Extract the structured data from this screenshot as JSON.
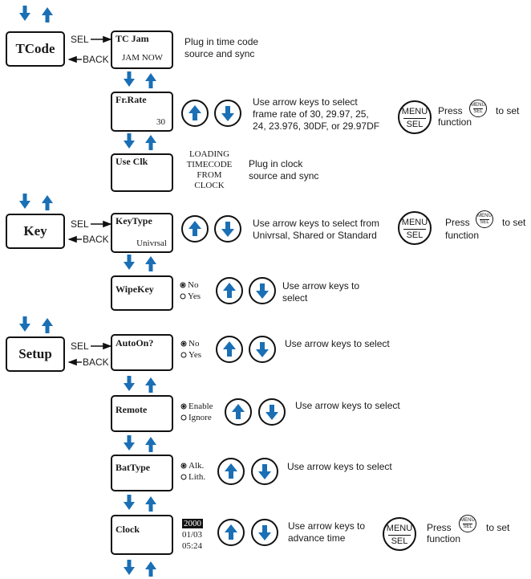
{
  "colors": {
    "arrow_blue": "#1a6fb5",
    "line": "#111111"
  },
  "menus": {
    "tcode": "TCode",
    "key": "Key",
    "setup": "Setup"
  },
  "nav": {
    "sel": "SEL",
    "back": "BACK"
  },
  "tc_jam": {
    "title": "TC Jam",
    "value": "JAM NOW",
    "desc_line1": "Plug in time code",
    "desc_line2": "source and sync"
  },
  "fr_rate": {
    "title": "Fr.Rate",
    "value": "30",
    "desc_line1": "Use arrow keys to select",
    "desc_line2": "frame rate of 30, 29.97, 25,",
    "desc_line3": "24, 23.976, 30DF, or 29.97DF",
    "press": "Press",
    "to_set": "to set",
    "function": "function"
  },
  "use_clk": {
    "title": "Use Clk",
    "loading_line1": "LOADING",
    "loading_line2": "TIMECODE",
    "loading_line3": "FROM",
    "loading_line4": "CLOCK",
    "desc_line1": "Plug in clock",
    "desc_line2": "source and sync"
  },
  "key_type": {
    "title": "KeyType",
    "value": "Univrsal",
    "desc_line1": "Use arrow keys to select from",
    "desc_line2": "Univrsal, Shared or Standard",
    "press": "Press",
    "to_set": "to set",
    "function": "function"
  },
  "wipe_key": {
    "title": "WipeKey",
    "opt1": "No",
    "opt2": "Yes",
    "desc_line1": "Use arrow keys to",
    "desc_line2": "select"
  },
  "auto_on": {
    "title": "AutoOn?",
    "opt1": "No",
    "opt2": "Yes",
    "desc": "Use arrow keys to select"
  },
  "remote": {
    "title": "Remote",
    "opt1": "Enable",
    "opt2": "Ignore",
    "desc": "Use arrow keys to select"
  },
  "bat_type": {
    "title": "BatType",
    "opt1": "Alk.",
    "opt2": "Lith.",
    "desc": "Use arrow keys to select"
  },
  "clock": {
    "title": "Clock",
    "year": "2000",
    "date": "01/03",
    "time": "05:24",
    "desc_line1": "Use arrow keys to",
    "desc_line2": "advance time",
    "press": "Press",
    "to_set": "to set",
    "function": "function"
  },
  "menu_sel": {
    "menu": "MENU",
    "sel": "SEL"
  },
  "icons": {
    "arrow_up": "up-arrow-icon",
    "arrow_down": "down-arrow-icon",
    "radio": "radio-icon"
  }
}
